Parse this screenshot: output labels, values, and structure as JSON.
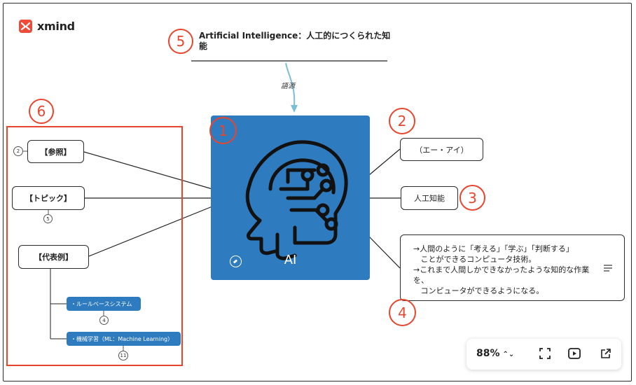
{
  "app": {
    "logo_text": "xmind"
  },
  "topic_title": "Artificial Intelligence：人工的につくられた知能",
  "relation_label": "語源",
  "central": {
    "label": "AI"
  },
  "left_nodes": [
    {
      "label": "【参照】",
      "count": "2"
    },
    {
      "label": "【トピック】",
      "count": "5"
    },
    {
      "label": "【代表例】"
    }
  ],
  "subtopics": [
    {
      "label": "・ルールベースシステム",
      "count": "4"
    },
    {
      "label": "・機械学習（ML：Machine Learning）",
      "count": "11"
    }
  ],
  "right_nodes": [
    {
      "label": "（エー・アイ）"
    },
    {
      "label": "人工知能"
    }
  ],
  "description": "→人間のように「考える」「学ぶ」「判断する」\n   ことができるコンピュータ技術。\n→これまで人間しかできなかったような知的な作業\nを、\n   コンピュータができるようになる。",
  "annotations": [
    "1",
    "2",
    "3",
    "4",
    "5",
    "6"
  ],
  "toolbar": {
    "zoom": "88%",
    "icons": [
      "fullscreen-icon",
      "play-icon",
      "share-icon"
    ]
  },
  "colors": {
    "central": "#2f7bbf",
    "annotation": "#e8452e",
    "arrow": "#7bbfd6",
    "logo": "#ef4b3a"
  }
}
